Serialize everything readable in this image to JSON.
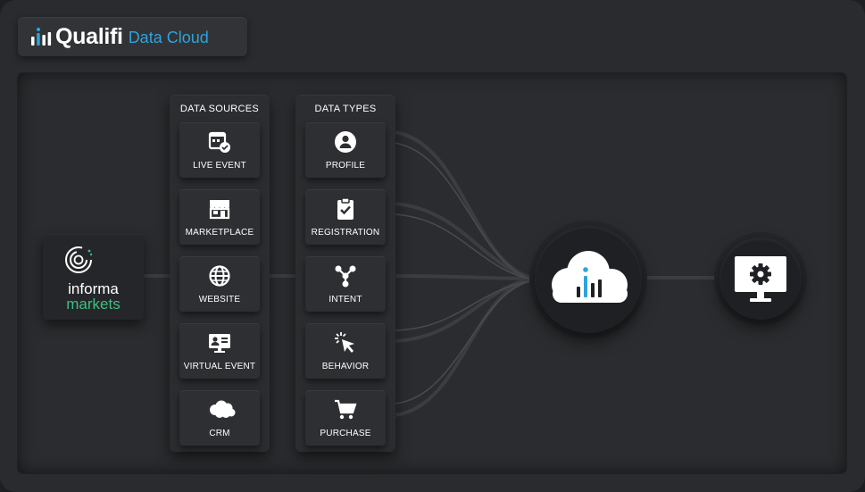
{
  "brand": {
    "name": "Qualifi",
    "sub": "Data Cloud"
  },
  "source": {
    "line1": "informa",
    "line2": "markets"
  },
  "data_sources": {
    "title": "DATA SOURCES",
    "items": [
      {
        "label": "LIVE EVENT",
        "icon": "live-event-icon"
      },
      {
        "label": "MARKETPLACE",
        "icon": "storefront-icon"
      },
      {
        "label": "WEBSITE",
        "icon": "globe-icon"
      },
      {
        "label": "VIRTUAL EVENT",
        "icon": "virtual-event-icon"
      },
      {
        "label": "CRM",
        "icon": "salesforce-cloud-icon"
      }
    ]
  },
  "data_types": {
    "title": "DATA TYPES",
    "items": [
      {
        "label": "PROFILE",
        "icon": "profile-icon"
      },
      {
        "label": "REGISTRATION",
        "icon": "clipboard-check-icon"
      },
      {
        "label": "INTENT",
        "icon": "network-nodes-icon"
      },
      {
        "label": "BEHAVIOR",
        "icon": "cursor-click-icon"
      },
      {
        "label": "PURCHASE",
        "icon": "shopping-cart-icon"
      }
    ]
  },
  "colors": {
    "accent": "#2ea3dc",
    "informa_green": "#3fbf84",
    "background": "#2a2b2e"
  }
}
